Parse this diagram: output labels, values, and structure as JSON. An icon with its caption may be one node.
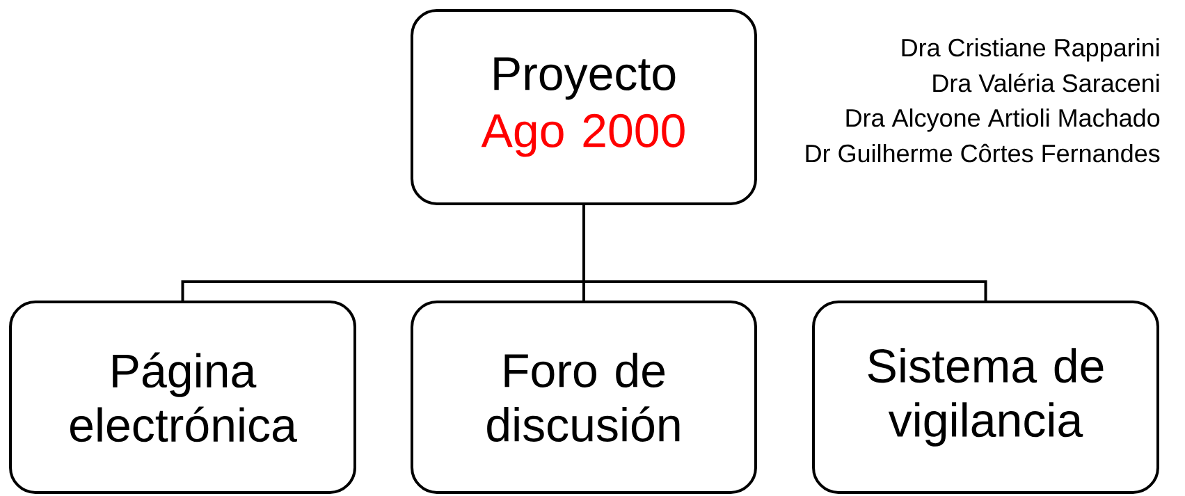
{
  "diagram": {
    "nodes": [
      {
        "text": [
          "Proyecto",
          "Ago 2000"
        ]
      },
      {
        "text": [
          "Página electrónica"
        ]
      },
      {
        "text": [
          "Foro de discusión"
        ]
      },
      {
        "text": [
          "Sistema de vigilancia"
        ]
      }
    ],
    "edges": [
      {
        "from": 0,
        "to": 1,
        "arrow": "none"
      },
      {
        "from": 0,
        "to": 2,
        "arrow": "none"
      },
      {
        "from": 0,
        "to": 3,
        "arrow": "none"
      }
    ],
    "labels": [
      "Dra Cristiane Rapparini",
      "Dra Valéria Saraceni",
      "Dra Alcyone Artioli Machado",
      "Dr Guilherme Côrtes Fernandes"
    ]
  }
}
